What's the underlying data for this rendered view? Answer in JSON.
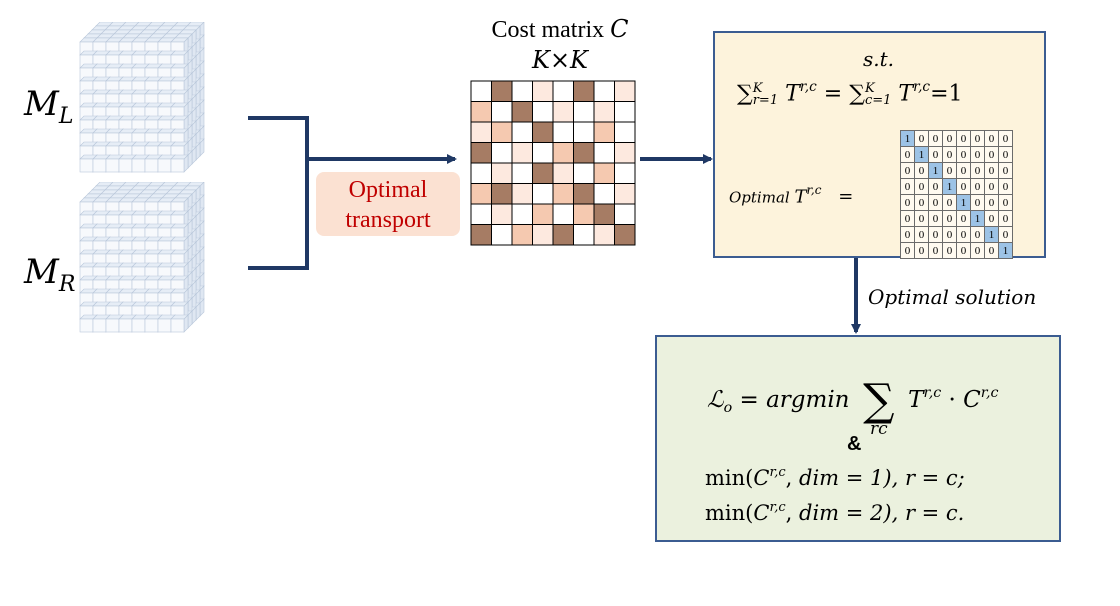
{
  "inputs": {
    "left_label_base": "M",
    "left_label_sub": "L",
    "right_label_base": "M",
    "right_label_sub": "R"
  },
  "optimal_transport": {
    "line1": "Optimal",
    "line2": "transport"
  },
  "cost_matrix": {
    "title": "Cost matrix C",
    "title_text": "Cost matrix ",
    "title_var": "C",
    "size": "K×K",
    "cells": [
      [
        0,
        3,
        0,
        1,
        0,
        3,
        0,
        1
      ],
      [
        2,
        0,
        3,
        0,
        1,
        0,
        1,
        0
      ],
      [
        1,
        2,
        0,
        3,
        0,
        0,
        2,
        0
      ],
      [
        3,
        0,
        1,
        0,
        2,
        3,
        0,
        1
      ],
      [
        0,
        1,
        0,
        3,
        1,
        0,
        2,
        0
      ],
      [
        2,
        3,
        1,
        0,
        2,
        3,
        0,
        1
      ],
      [
        0,
        1,
        0,
        2,
        0,
        2,
        3,
        0
      ],
      [
        3,
        0,
        2,
        1,
        3,
        0,
        1,
        3
      ]
    ],
    "colors": [
      "#ffffff",
      "#fde9df",
      "#f5c9b0",
      "#a67c64"
    ]
  },
  "constraint_panel": {
    "st": "s.t.",
    "sum_upper": "K",
    "sum_lower_r": "r=1",
    "sum_lower_c": "c=1",
    "T": "T",
    "T_sup": "r,c",
    "equals_one": "=1",
    "optimal_label": "Optimal",
    "identity": [
      [
        1,
        0,
        0,
        0,
        0,
        0,
        0,
        0
      ],
      [
        0,
        1,
        0,
        0,
        0,
        0,
        0,
        0
      ],
      [
        0,
        0,
        1,
        0,
        0,
        0,
        0,
        0
      ],
      [
        0,
        0,
        0,
        1,
        0,
        0,
        0,
        0
      ],
      [
        0,
        0,
        0,
        0,
        1,
        0,
        0,
        0
      ],
      [
        0,
        0,
        0,
        0,
        0,
        1,
        0,
        0
      ],
      [
        0,
        0,
        0,
        0,
        0,
        0,
        1,
        0
      ],
      [
        0,
        0,
        0,
        0,
        0,
        0,
        0,
        1
      ]
    ]
  },
  "arrow_label": "Optimal solution",
  "loss_panel": {
    "L": "ℒ",
    "L_sub": "o",
    "argmin": "argmin",
    "sum_under": "rc",
    "T_sup": "r,c",
    "C_sup": "r,c",
    "amp": "&",
    "line2_min": "min",
    "line2_dim": "dim = 1), r = c;",
    "line3_dim": "dim = 2), r = c."
  },
  "colors": {
    "arrow": "#1f3864",
    "panel_border": "#3b5c91",
    "panel1_bg": "#fdf3dc",
    "panel2_bg": "#ebf1de",
    "ot_bg": "#fbe1d2",
    "ot_text": "#c00000",
    "identity_one": "#9dc3e6"
  }
}
